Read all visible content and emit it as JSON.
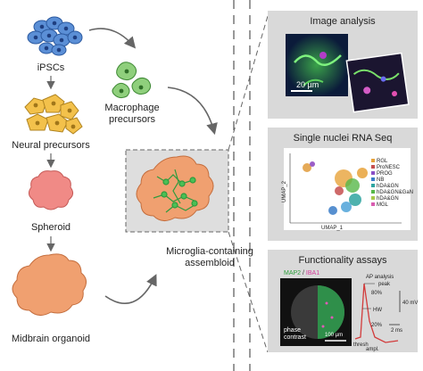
{
  "workflow": {
    "ipscs": "iPSCs",
    "neural_precursors": "Neural precursors",
    "spheroid": "Spheroid",
    "midbrain_organoid": "Midbrain organoid",
    "macrophage_line1": "Macrophage",
    "macrophage_line2": "precursors",
    "assembloid_line1": "Microglia-containing",
    "assembloid_line2": "assembloid"
  },
  "panels": {
    "image_analysis": {
      "title": "Image analysis",
      "scale": "20 µm"
    },
    "rnaseq": {
      "title": "Single nuclei RNA Seq",
      "xlabel": "UMAP_1",
      "ylabel": "UMAP_2",
      "legend": [
        "RGL",
        "ProNESC",
        "PROG",
        "NB",
        "hDA&GN",
        "hDA&GN&GaN",
        "hDA&GN",
        "MGL"
      ]
    },
    "functionality": {
      "title": "Functionality assays",
      "stain_map2": "MAP2",
      "stain_sep": " / ",
      "stain_iba1": "IBA1",
      "phase1": "phase",
      "phase2": "contrast",
      "scale": "100 µm",
      "ap_title": "AP analysis",
      "peak": "peak",
      "p80": "80%",
      "hw": "HW",
      "p20": "20%",
      "thresh": "thresh",
      "ampl": "ampl.",
      "mv": "40 mV",
      "ms": "2 ms"
    }
  },
  "colors": {
    "ipsc": "#5b8fd6",
    "neural": "#f3c14b",
    "spheroid": "#f08a86",
    "organoid": "#f0a070",
    "macrophage": "#8fcf7c",
    "panel_bg": "#d9d9d9"
  }
}
